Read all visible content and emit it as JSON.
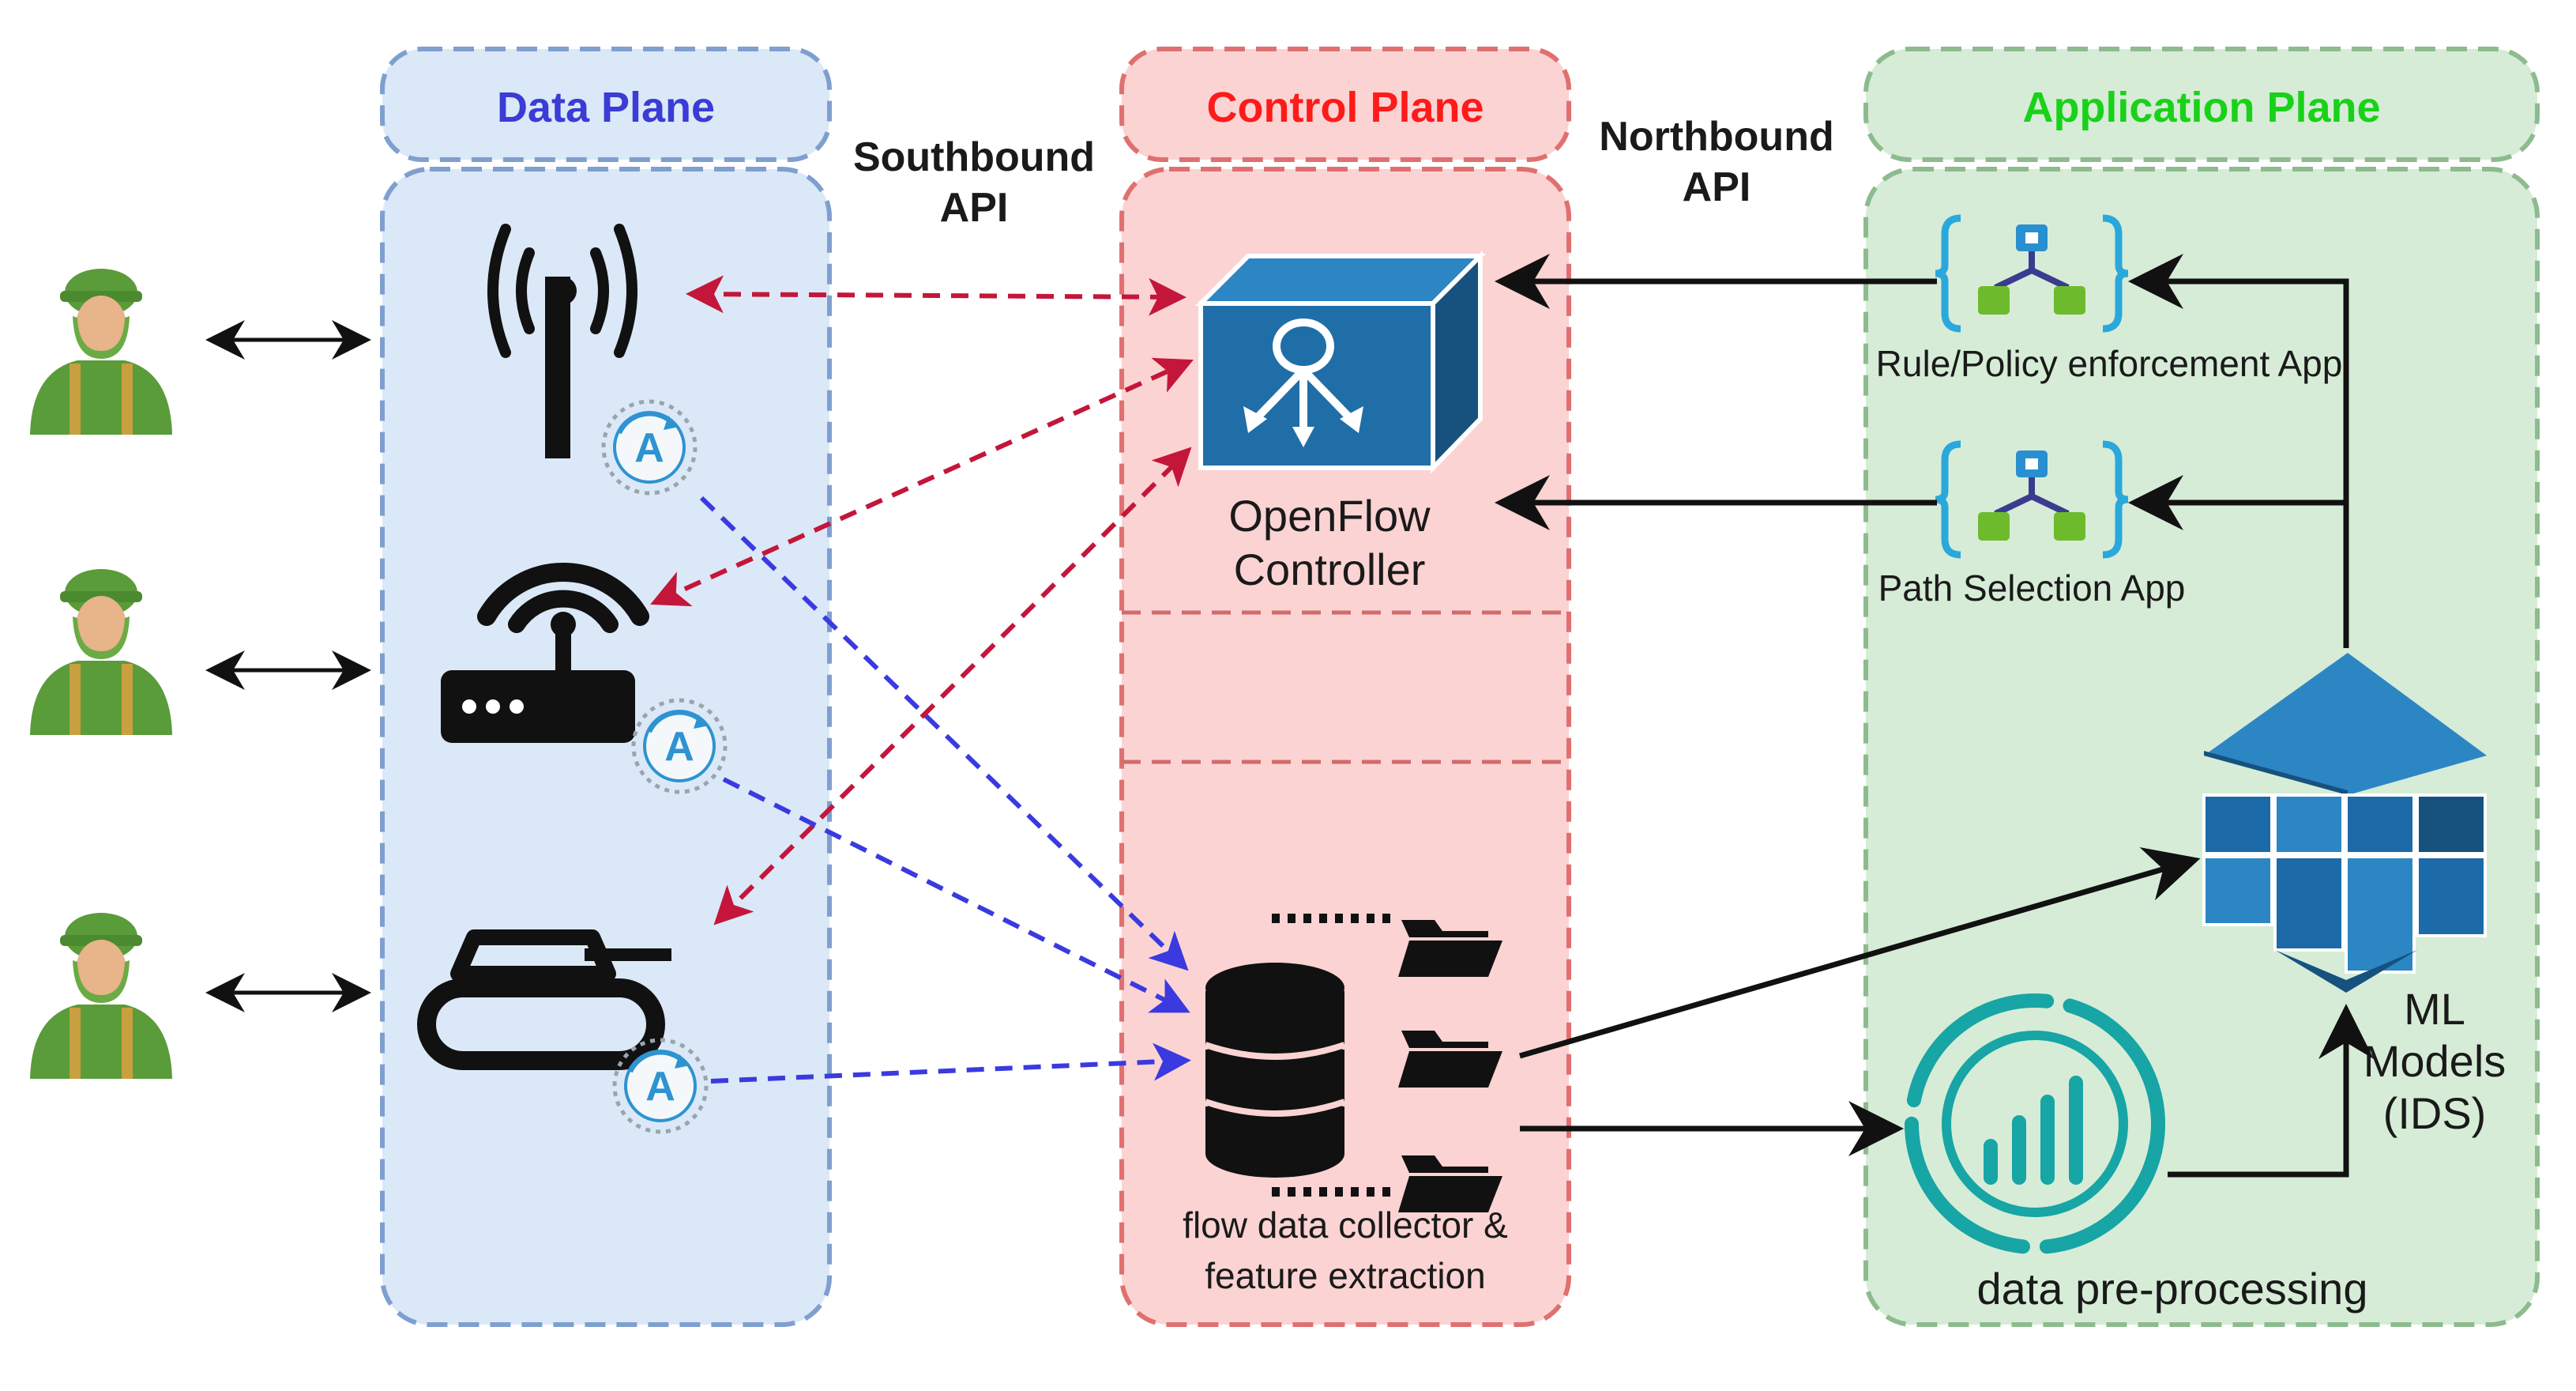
{
  "planes": {
    "data": {
      "title": "Data Plane",
      "title_color": "#3b3bd6",
      "fill": "#dbe8f7",
      "stroke": "#7f9fcf"
    },
    "control": {
      "title": "Control Plane",
      "title_color": "#ff1a1a",
      "fill": "#fbd3d3",
      "stroke": "#e07070"
    },
    "application": {
      "title": "Application Plane",
      "title_color": "#19d119",
      "fill": "#d6ecd7",
      "stroke": "#8dbb8e"
    }
  },
  "apis": {
    "southbound": [
      "Southbound",
      "API"
    ],
    "northbound": [
      "Northbound",
      "API"
    ]
  },
  "controller": {
    "label": [
      "OpenFlow",
      "Controller"
    ],
    "color": "#1f6ea8"
  },
  "collector": {
    "label": [
      "flow data collector &",
      "feature extraction"
    ]
  },
  "apps": {
    "rule_policy": "Rule/Policy enforcement App",
    "path_selection": "Path Selection App"
  },
  "ml": {
    "label": [
      "ML",
      "Models",
      "(IDS)"
    ],
    "color": "#1c6aa8"
  },
  "preprocessing": {
    "label": "data pre-processing",
    "color": "#17a5a5"
  },
  "devices": [
    "antenna-tower",
    "wifi-router",
    "tank"
  ],
  "agent_badge": "A",
  "colors": {
    "southbound_arrow": "#c4163a",
    "telemetry_arrow": "#3a3ae0",
    "solid_arrow": "#111111",
    "soldier": "#5a9b3a"
  }
}
